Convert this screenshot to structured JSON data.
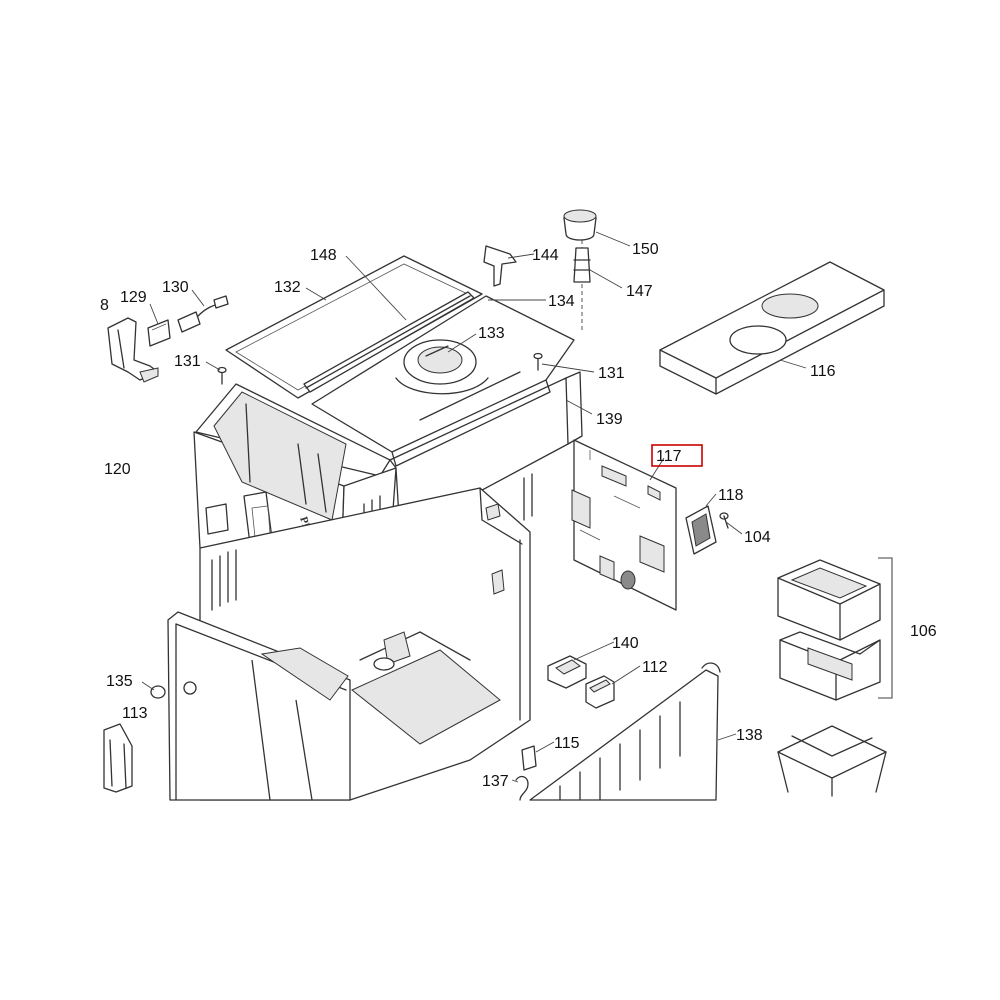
{
  "brand_label": "PHILIPS",
  "highlight_color": "#cc0000",
  "highlighted_part": "117",
  "callouts": {
    "c128": "8",
    "c129": "129",
    "c130": "130",
    "c131a": "131",
    "c132": "132",
    "c148": "148",
    "c144": "144",
    "c150": "150",
    "c147": "147",
    "c134": "134",
    "c133": "133",
    "c131b": "131",
    "c139": "139",
    "c116": "116",
    "c120": "120",
    "c117": "117",
    "c118": "118",
    "c104": "104",
    "c106": "106",
    "c140": "140",
    "c112": "112",
    "c135": "135",
    "c113": "113",
    "c115": "115",
    "c137": "137",
    "c138": "138"
  }
}
